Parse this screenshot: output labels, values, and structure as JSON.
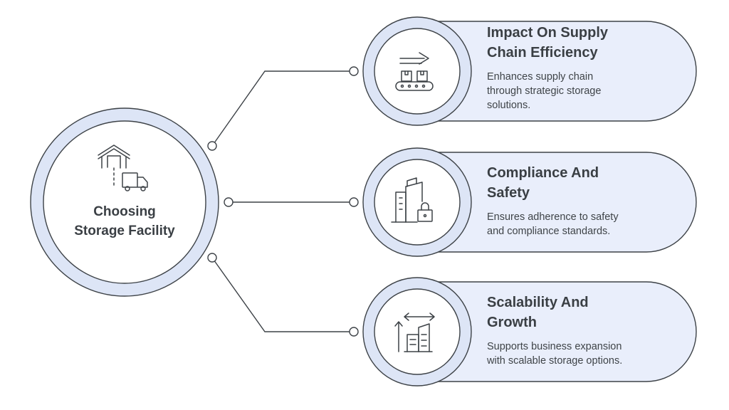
{
  "center": {
    "title_lines": [
      "Choosing",
      "Storage Facility"
    ],
    "icon": "warehouse-truck-icon"
  },
  "items": [
    {
      "title_lines": [
        "Impact On Supply",
        "Chain Efficiency"
      ],
      "desc_lines": [
        "Enhances supply chain",
        "through strategic storage",
        "solutions."
      ],
      "icon": "conveyor-arrow-icon"
    },
    {
      "title_lines": [
        "Compliance And",
        "Safety"
      ],
      "desc_lines": [
        "Ensures adherence to safety",
        "and compliance standards."
      ],
      "icon": "building-lock-icon"
    },
    {
      "title_lines": [
        "Scalability And",
        "Growth"
      ],
      "desc_lines": [
        "Supports business expansion",
        "with scalable storage options."
      ],
      "icon": "building-expand-icon"
    }
  ],
  "colors": {
    "card_fill": "#e9eefb",
    "ring_fill": "#dde5f6",
    "stroke": "#3d4247",
    "text": "#3a3f44",
    "background": "#ffffff"
  }
}
